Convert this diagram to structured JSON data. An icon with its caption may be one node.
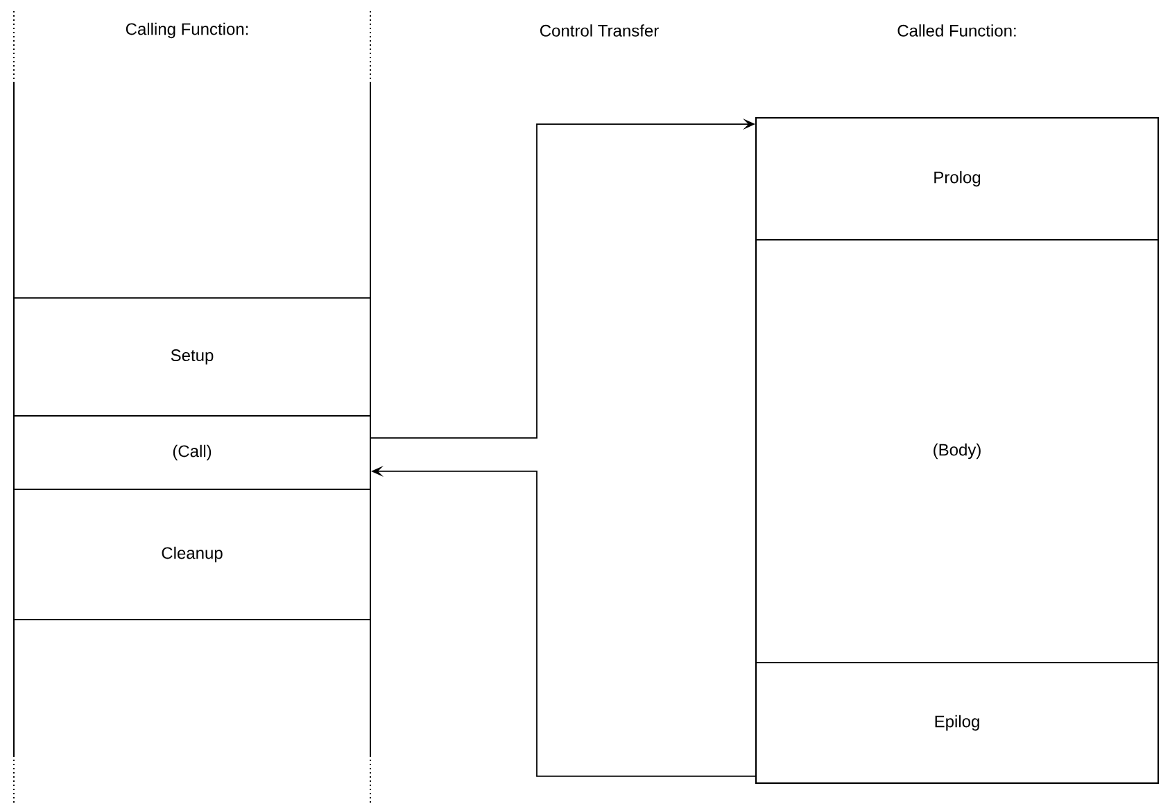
{
  "diagram": {
    "nodes": [
      {
        "text": [
          "Calling Function:"
        ]
      },
      {
        "text": [
          "Setup"
        ],
        "in": 0
      },
      {
        "text": [
          "(Call)"
        ],
        "in": 0
      },
      {
        "text": [
          "Cleanup"
        ],
        "in": 0
      },
      {
        "text": [
          "Called Function:"
        ]
      },
      {
        "text": [
          "Prolog"
        ],
        "in": 4
      },
      {
        "text": [
          "(Body)"
        ],
        "in": 4
      },
      {
        "text": [
          "Epilog"
        ],
        "in": 4
      }
    ],
    "edges": [
      {
        "from": 2,
        "to": 5,
        "arrow": "to"
      },
      {
        "from": 7,
        "to": 2,
        "arrow": "to"
      }
    ],
    "labels": [
      "Control Transfer"
    ]
  }
}
